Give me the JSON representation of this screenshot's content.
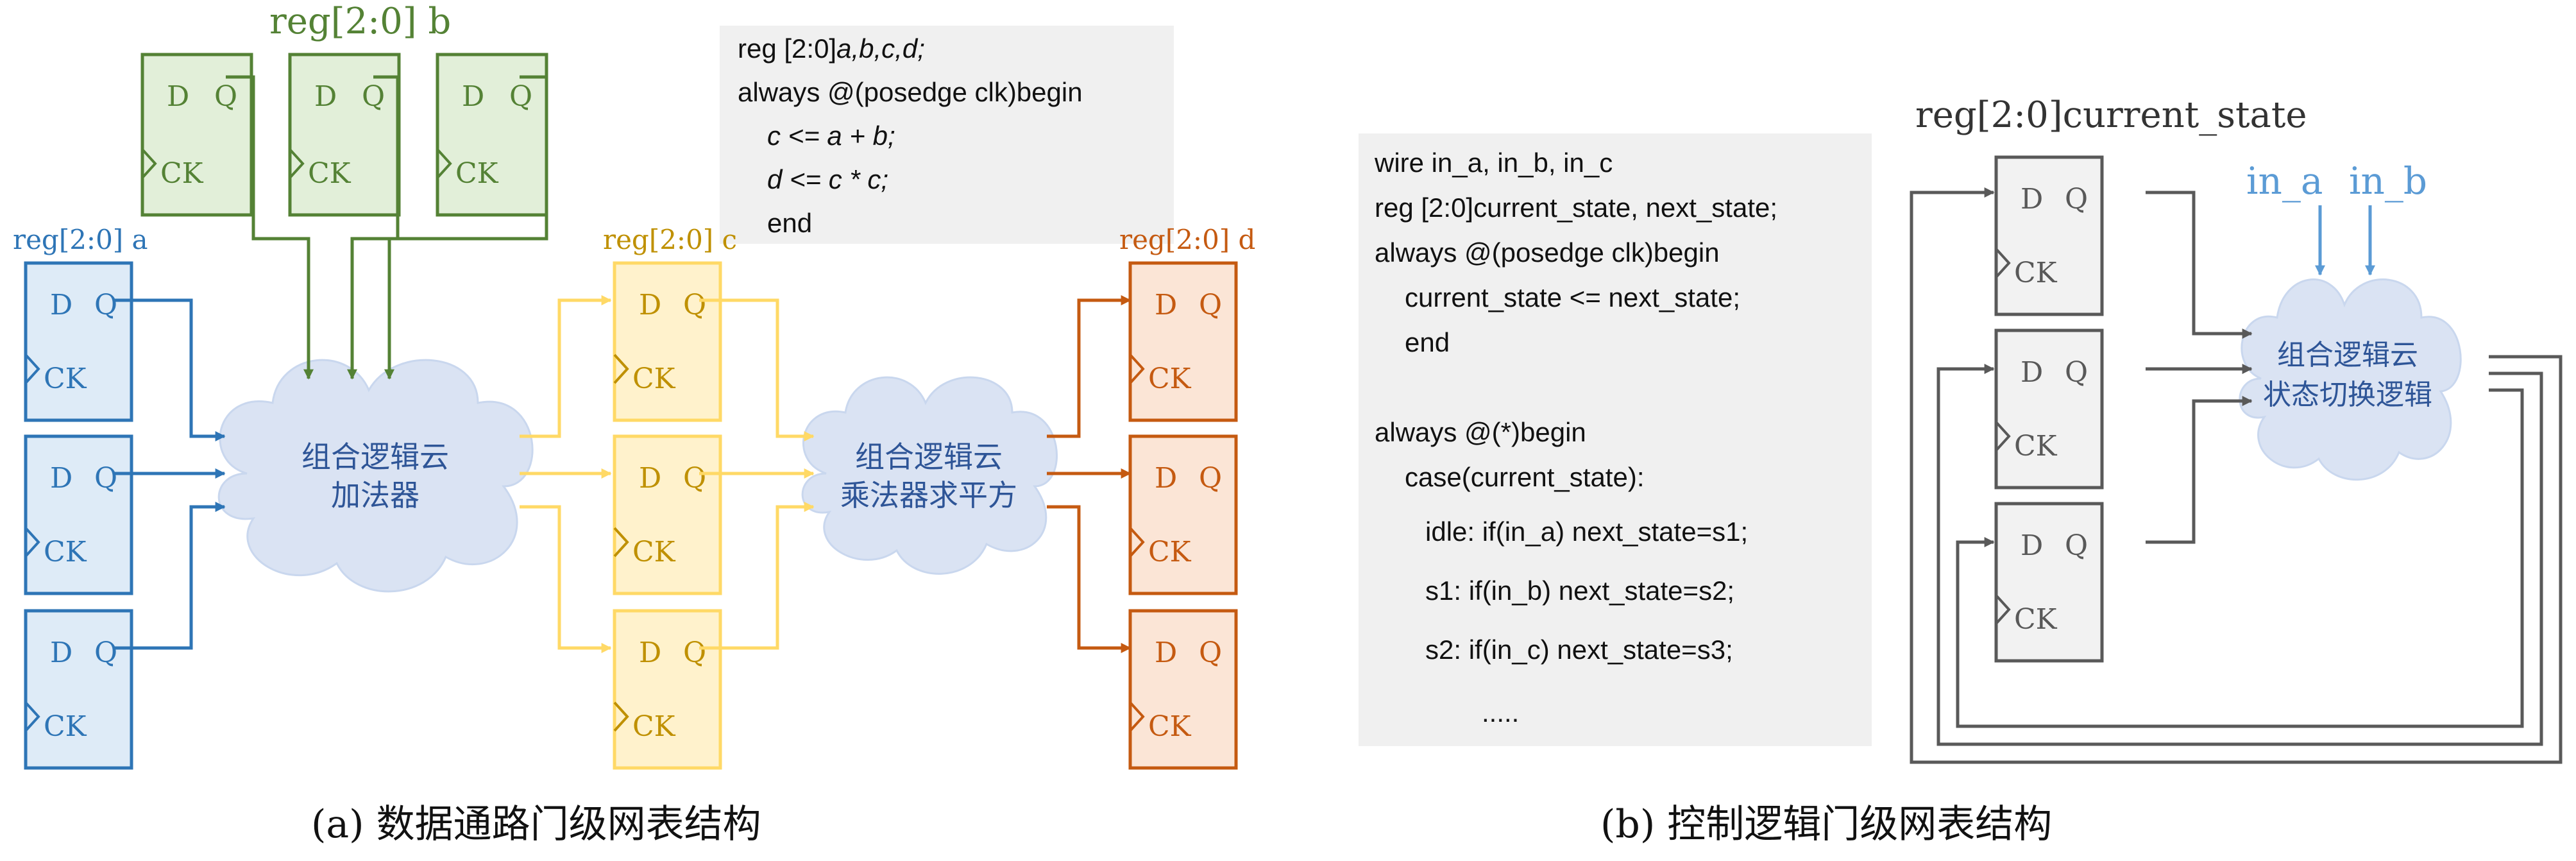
{
  "panel_a": {
    "caption": "(a) 数据通路门级网表结构",
    "reg_b_label": "reg[2:0] b",
    "reg_a_label": "reg[2:0] a",
    "reg_c_label": "reg[2:0] c",
    "reg_d_label": "reg[2:0] d",
    "cloud1": {
      "line1": "组合逻辑云",
      "line2": "加法器"
    },
    "cloud2": {
      "line1": "组合逻辑云",
      "line2": "乘法器求平方"
    },
    "code": {
      "line1_prefix": "reg [2:0]",
      "line1_vars": "a,b,c,d;",
      "line2": "always @(posedge clk)begin",
      "line3": "c <= a + b;",
      "line4": "d <= c * c;",
      "line5": "end"
    }
  },
  "panel_b": {
    "caption": "(b) 控制逻辑门级网表结构",
    "reg_label": "reg[2:0]current_state",
    "input_a": "in_a",
    "input_b": "in_b",
    "cloud": {
      "line1": "组合逻辑云",
      "line2": "状态切换逻辑"
    },
    "code": {
      "line1": "wire in_a,  in_b, in_c",
      "line2": "reg  [2:0]current_state, next_state;",
      "line3": "always @(posedge clk)begin",
      "line4": "current_state <= next_state;",
      "line5": "end",
      "line6": "always @(*)begin",
      "line7": "case(current_state):",
      "line8": "idle:  if(in_a) next_state=s1;",
      "line9": "s1:   if(in_b) next_state=s2;",
      "line10": "s2:   if(in_c) next_state=s3;",
      "line11": "....."
    }
  },
  "ff": {
    "d": "D",
    "q": "Q",
    "ck": "CK"
  },
  "colors": {
    "green_fill": "#e2efd9",
    "green_stroke": "#548235",
    "blue_fill": "#deebf7",
    "blue_stroke": "#2e75b6",
    "yellow_fill": "#fff2cc",
    "yellow_stroke": "#ffd966",
    "yellow_text": "#bf9000",
    "orange_fill": "#fbe5d6",
    "orange_stroke": "#c55a11",
    "gray_fill": "#f2f2f2",
    "gray_stroke": "#595959",
    "cloud_fill": "#dae3f3",
    "cloud_text": "#2e5597",
    "input_blue": "#5b9bd5",
    "code_bg": "#f0f0f0"
  }
}
